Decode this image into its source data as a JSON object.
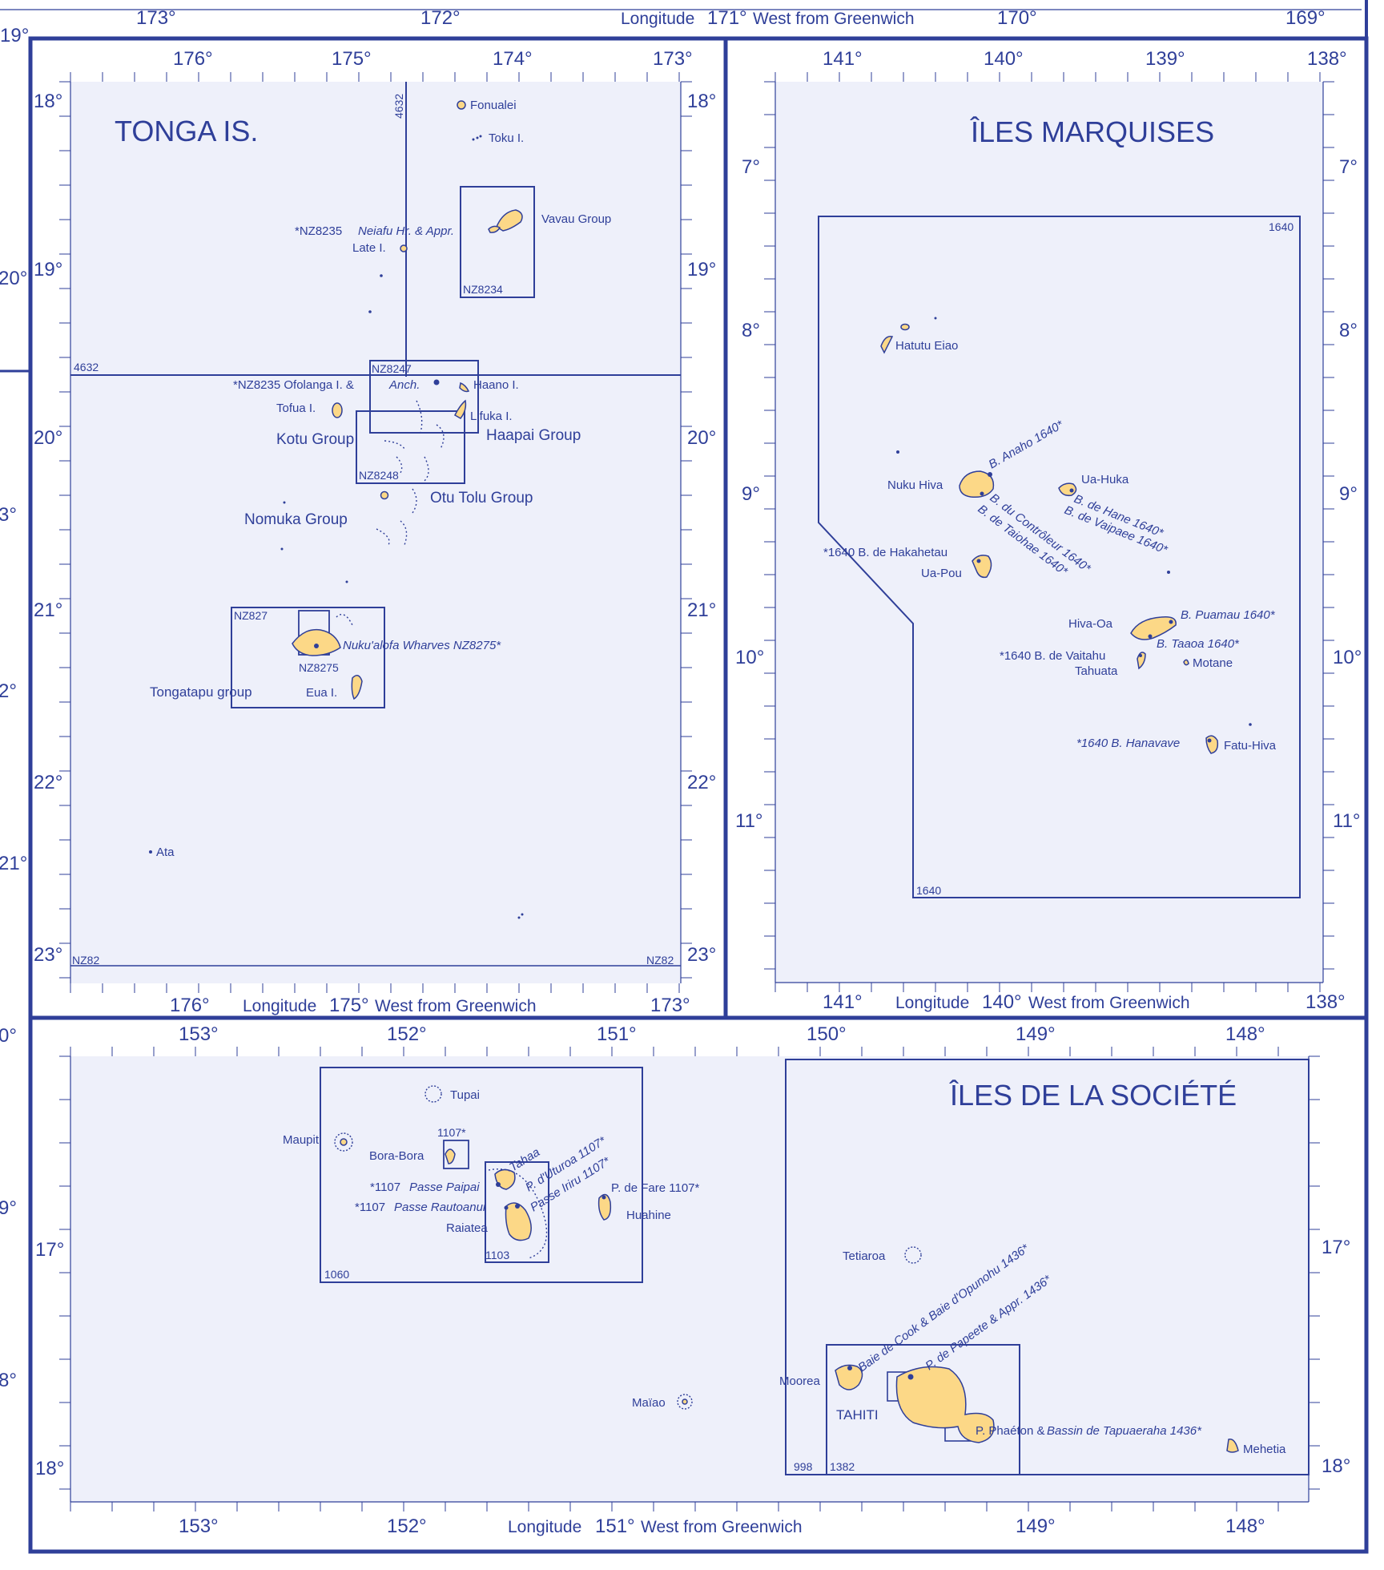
{
  "colors": {
    "ink": "#2f3f99",
    "land": "#fcd887",
    "sea": "#eef0fa"
  },
  "top_strip": {
    "ticks": [
      "173°",
      "172°",
      "170°",
      "169°"
    ],
    "label_prefix": "Longitude",
    "label_value": "171°",
    "label_suffix": "West from Greenwich"
  },
  "side_ticks_left": [
    "19°",
    "20°",
    "3°",
    "2°",
    "21°",
    "0°",
    "9°",
    "8°"
  ],
  "tonga": {
    "title": "TONGA IS.",
    "top_ticks": [
      "176°",
      "175°",
      "174°",
      "173°"
    ],
    "bottom_ticks": [
      "176°",
      "173°"
    ],
    "bottom_label_prefix": "Longitude",
    "bottom_label_value": "175°",
    "bottom_label_suffix": "West from Greenwich",
    "left_ticks": [
      "18°",
      "19°",
      "20°",
      "21°",
      "22°",
      "23°"
    ],
    "right_ticks": [
      "18°",
      "19°",
      "20°",
      "21°",
      "22°",
      "23°"
    ],
    "chart_numbers": {
      "vertical_left": "4632",
      "horizontal": "4632",
      "vavau": "NZ8234",
      "haapai_top": "NZ8247",
      "haapai_bottom": "NZ8248",
      "tongatapu": "NZ827",
      "nukualofa": "NZ8275",
      "frame_left": "NZ82",
      "frame_right": "NZ82"
    },
    "places": {
      "fonualei": "Fonualei",
      "toku": "Toku I.",
      "vavau": "Vavau Group",
      "neiafu_no": "*NZ8235",
      "neiafu": "Neiafu Hr. & Appr.",
      "late": "Late I.",
      "ofolanga_no": "*NZ8235 Ofolanga I. &",
      "ofolanga_anch": "Anch.",
      "haano": "Haano I.",
      "tofua": "Tofua I.",
      "lifuka": "Lifuka I.",
      "kotu": "Kotu Group",
      "haapai": "Haapai Group",
      "otutolu": "Otu Tolu Group",
      "nomuka": "Nomuka Group",
      "nukualofa": "Nuku'alofa Wharves NZ8275*",
      "tongatapu": "Tongatapu group",
      "eua": "Eua I.",
      "ata": "Ata"
    }
  },
  "marquises": {
    "title": "ÎLES MARQUISES",
    "top_ticks": [
      "141°",
      "140°",
      "139°",
      "138°"
    ],
    "bottom_ticks": [
      "141°",
      "138°"
    ],
    "bottom_label_prefix": "Longitude",
    "bottom_label_value": "140°",
    "bottom_label_suffix": "West from Greenwich",
    "left_ticks": [
      "7°",
      "8°",
      "9°",
      "10°",
      "11°"
    ],
    "right_ticks": [
      "7°",
      "8°",
      "9°",
      "10°",
      "11°"
    ],
    "chart_numbers": {
      "top": "1640",
      "bottom": "1640"
    },
    "places": {
      "hatutu": "Hatutu Eiao",
      "anaho": "B. Anaho 1640*",
      "nukuhiva": "Nuku Hiva",
      "uahuka": "Ua-Huka",
      "controleur": "B. du Contrôleur 1640*",
      "taiohae": "B. de Taiohae 1640*",
      "hane": "B. de Hane 1640*",
      "vaipaee": "B. de Vaipaee 1640*",
      "hakahetau": "*1640 B. de Hakahetau",
      "uapou": "Ua-Pou",
      "puamau": "B. Puamau 1640*",
      "hivaoa": "Hiva-Oa",
      "taaoa": "B. Taaoa 1640*",
      "vaitahu": "*1640 B. de Vaitahu",
      "motane": "Motane",
      "tahuata": "Tahuata",
      "hanavave": "*1640 B. Hanavave",
      "fatuhiva": "Fatu-Hiva"
    }
  },
  "societe": {
    "title": "ÎLES DE LA SOCIÉTÉ",
    "top_ticks": [
      "153°",
      "152°",
      "151°",
      "150°",
      "149°",
      "148°"
    ],
    "bottom_ticks": [
      "153°",
      "152°",
      "149°",
      "148°"
    ],
    "bottom_label_prefix": "Longitude",
    "bottom_label_value": "151°",
    "bottom_label_suffix": "West from Greenwich",
    "left_ticks": [
      "17°",
      "18°"
    ],
    "right_ticks": [
      "17°",
      "18°"
    ],
    "chart_numbers": {
      "c1060": "1060",
      "c1103": "1103",
      "c1107": "1107*",
      "c998": "998",
      "c1382": "1382",
      "c1436": "1436"
    },
    "places": {
      "tupai": "Tupai",
      "maupiti": "Maupiti",
      "borabora": "Bora-Bora",
      "tahaa": "Tahaa",
      "uturoa": "P. d'Uturoa 1107*",
      "iriru": "Passe Iriru 1107*",
      "paipai": "Passe Paipai",
      "paipai_no": "*1107",
      "rautoanui": "Passe Rautoanui",
      "rautoanui_no": "*1107",
      "raiatea": "Raiatea",
      "fare": "P. de Fare 1107*",
      "huahine": "Huahine",
      "tetiaroa": "Tetiaroa",
      "cook": "Baie de Cook & Baie d'Opunohu 1436*",
      "papeete": "P. de Papeete & Appr. 1436*",
      "moorea": "Moorea",
      "tahiti": "TAHITI",
      "phaeton_p": "P. Phaéton &",
      "phaeton": "Bassin de Tapuaeraha 1436*",
      "maiao": "Maïao",
      "mehetia": "Mehetia"
    }
  }
}
